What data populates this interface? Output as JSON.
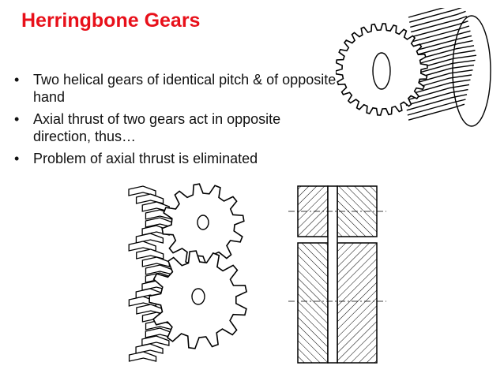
{
  "slide": {
    "title": "Herringbone Gears",
    "bullets": [
      {
        "marker": "•",
        "text": "Two helical gears of identical pitch & of opposite hand"
      },
      {
        "marker": "•",
        "text": "Axial thrust of two gears act in opposite direction, thus…"
      },
      {
        "marker": "•",
        "text": "Problem of axial thrust is eliminated"
      }
    ]
  },
  "colors": {
    "title": "#e8101a",
    "text": "#111111",
    "line": "#000000"
  },
  "figures": [
    {
      "name": "helical-gear-illustration"
    },
    {
      "name": "herringbone-gear-pair-illustration"
    },
    {
      "name": "herringbone-gear-section-illustration"
    }
  ]
}
